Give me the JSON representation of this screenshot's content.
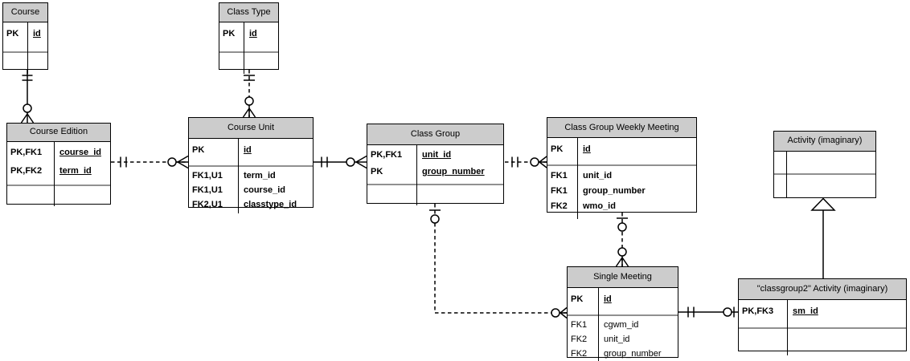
{
  "colors": {
    "background": "#ffffff",
    "table_header_fill": "#cccccc",
    "table_border": "#000000",
    "section_separator": "#909090",
    "relationship_line": "#000000"
  },
  "tables": {
    "course": {
      "title": "Course",
      "pk_rows": [
        {
          "key": "PK",
          "name": "id"
        }
      ],
      "attr_rows": []
    },
    "class_type": {
      "title": "Class Type",
      "pk_rows": [
        {
          "key": "PK",
          "name": "id"
        }
      ],
      "attr_rows": []
    },
    "course_edition": {
      "title": "Course Edition",
      "pk_rows": [
        {
          "key": "PK,FK1",
          "name": "course_id"
        },
        {
          "key": "PK,FK2",
          "name": "term_id"
        }
      ],
      "attr_rows": []
    },
    "course_unit": {
      "title": "Course Unit",
      "pk_rows": [
        {
          "key": "PK",
          "name": "id"
        }
      ],
      "attr_rows": [
        {
          "key": "FK1,U1",
          "name": "term_id"
        },
        {
          "key": "FK1,U1",
          "name": "course_id"
        },
        {
          "key": "FK2,U1",
          "name": "classtype_id"
        }
      ]
    },
    "class_group": {
      "title": "Class Group",
      "pk_rows": [
        {
          "key": "PK,FK1",
          "name": "unit_id"
        },
        {
          "key": "PK",
          "name": "group_number"
        }
      ],
      "attr_rows": []
    },
    "class_group_weekly_meeting": {
      "title": "Class Group Weekly Meeting",
      "pk_rows": [
        {
          "key": "PK",
          "name": "id"
        }
      ],
      "attr_rows": [
        {
          "key": "FK1",
          "name": "unit_id"
        },
        {
          "key": "FK1",
          "name": "group_number"
        },
        {
          "key": "FK2",
          "name": "wmo_id"
        }
      ]
    },
    "activity": {
      "title": "Activity (imaginary)",
      "pk_rows": [],
      "attr_rows": []
    },
    "single_meeting": {
      "title": "Single Meeting",
      "pk_rows": [
        {
          "key": "PK",
          "name": "id"
        }
      ],
      "attr_rows": [
        {
          "key": "FK1",
          "name": "cgwm_id"
        },
        {
          "key": "FK2",
          "name": "unit_id"
        },
        {
          "key": "FK2",
          "name": "group_number"
        }
      ]
    },
    "classgroup2_activity": {
      "title": "\"classgroup2\" Activity (imaginary)",
      "pk_rows": [
        {
          "key": "PK,FK3",
          "name": "sm_id"
        }
      ],
      "attr_rows": []
    }
  },
  "relationships": [
    {
      "from": "Course",
      "to": "Course Edition",
      "cardinality_at_from": "one and only one",
      "cardinality_at_to": "zero or many",
      "line": "solid"
    },
    {
      "from": "Class Type",
      "to": "Course Unit",
      "cardinality_at_from": "one and only one",
      "cardinality_at_to": "zero or many",
      "line": "dashed"
    },
    {
      "from": "Course Edition",
      "to": "Course Unit",
      "cardinality_at_from": "one and only one",
      "cardinality_at_to": "zero or many",
      "line": "dashed"
    },
    {
      "from": "Course Unit",
      "to": "Class Group",
      "cardinality_at_from": "one and only one",
      "cardinality_at_to": "zero or many",
      "line": "solid"
    },
    {
      "from": "Class Group",
      "to": "Class Group Weekly Meeting",
      "cardinality_at_from": "one and only one",
      "cardinality_at_to": "zero or many",
      "line": "dashed"
    },
    {
      "from": "Class Group",
      "to": "Single Meeting",
      "cardinality_at_from": "zero or one",
      "cardinality_at_to": "zero or many",
      "line": "dashed"
    },
    {
      "from": "Class Group Weekly Meeting",
      "to": "Single Meeting",
      "cardinality_at_from": "zero or one",
      "cardinality_at_to": "zero or many",
      "line": "dashed"
    },
    {
      "from": "Single Meeting",
      "to": "\"classgroup2\" Activity (imaginary)",
      "cardinality_at_from": "one and only one",
      "cardinality_at_to": "zero or one",
      "line": "solid"
    },
    {
      "from": "\"classgroup2\" Activity (imaginary)",
      "to": "Activity (imaginary)",
      "type": "inheritance",
      "line": "solid"
    }
  ]
}
